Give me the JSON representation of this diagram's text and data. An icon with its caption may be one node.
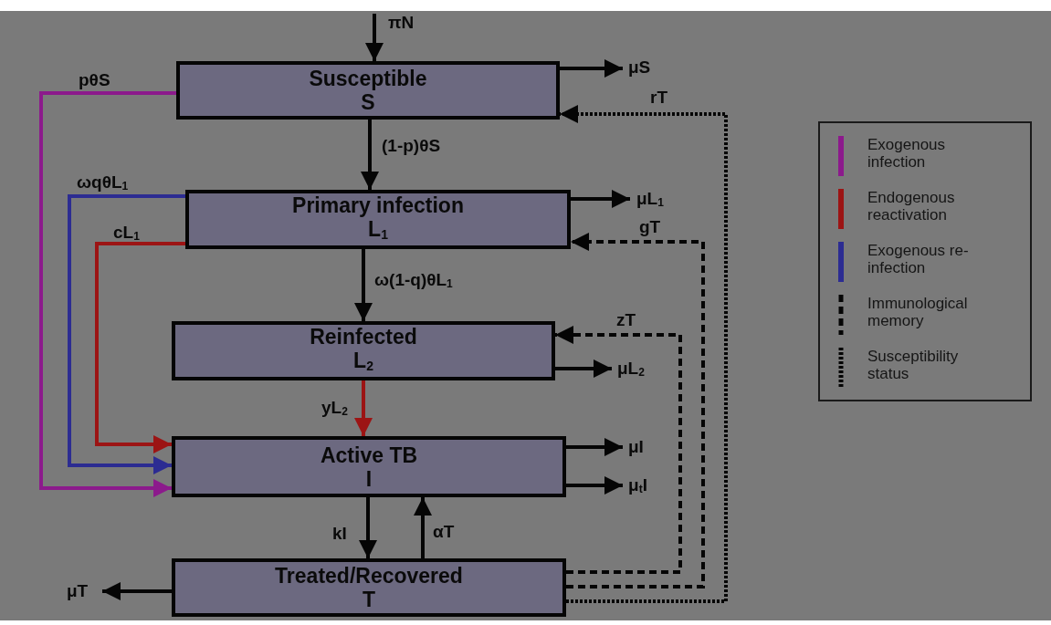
{
  "diagram": {
    "nodes": [
      {
        "text": [
          "Susceptible",
          "S"
        ]
      },
      {
        "text": [
          "Primary infection",
          "L$_{1}$"
        ]
      },
      {
        "text": [
          "Reinfected",
          "L$_{2}$"
        ]
      },
      {
        "text": [
          "Active TB",
          "I"
        ]
      },
      {
        "text": [
          "Treated/Recovered",
          "T"
        ]
      }
    ],
    "edges": [
      {
        "from": null,
        "to": 0,
        "arrow": "to",
        "label": "πN"
      },
      {
        "from": 0,
        "to": null,
        "arrow": "to",
        "label": "μS"
      },
      {
        "from": 0,
        "to": 1,
        "arrow": "to",
        "label": "(1-p)θS"
      },
      {
        "from": 0,
        "to": 3,
        "arrow": "to",
        "label": "pθS",
        "color": "#8c1a8c"
      },
      {
        "from": 1,
        "to": null,
        "arrow": "to",
        "label": "μL$_{1}$"
      },
      {
        "from": 1,
        "to": 2,
        "arrow": "to",
        "label": "ω(1-q)θL$_{1}$"
      },
      {
        "from": 1,
        "to": 3,
        "arrow": "to",
        "label": "ωqθL$_{1}$",
        "color": "#2c2c92"
      },
      {
        "from": 1,
        "to": 3,
        "arrow": "to",
        "label": "cL$_{1}$",
        "color": "#9c1414"
      },
      {
        "from": 2,
        "to": null,
        "arrow": "to",
        "label": "μL$_{2}$"
      },
      {
        "from": 2,
        "to": 3,
        "arrow": "to",
        "label": "yL$_{2}$",
        "color": "#9c1414"
      },
      {
        "from": 3,
        "to": null,
        "arrow": "to",
        "label": "μI"
      },
      {
        "from": 3,
        "to": null,
        "arrow": "to",
        "label": "μ$_{t}$I"
      },
      {
        "from": 3,
        "to": 4,
        "arrow": "to",
        "label": "kI"
      },
      {
        "from": 4,
        "to": 3,
        "arrow": "to",
        "label": "αT"
      },
      {
        "from": 4,
        "to": null,
        "arrow": "to",
        "label": "μT"
      },
      {
        "from": 4,
        "to": 0,
        "arrow": "to",
        "label": "rT",
        "style": "dashed"
      },
      {
        "from": 4,
        "to": 1,
        "arrow": "to",
        "label": "gT",
        "style": "dashed"
      },
      {
        "from": 4,
        "to": 2,
        "arrow": "to",
        "label": "zT",
        "style": "dashed"
      }
    ],
    "legend": [
      {
        "text": "Exogenous infection",
        "color": "#8c1a8c"
      },
      {
        "text": "Endogenous reactivation",
        "color": "#9c1414"
      },
      {
        "text": "Exogenous re-infection",
        "color": "#2c2c92"
      },
      {
        "text": "Immunological memory"
      },
      {
        "text": "Susceptibility status"
      }
    ]
  }
}
